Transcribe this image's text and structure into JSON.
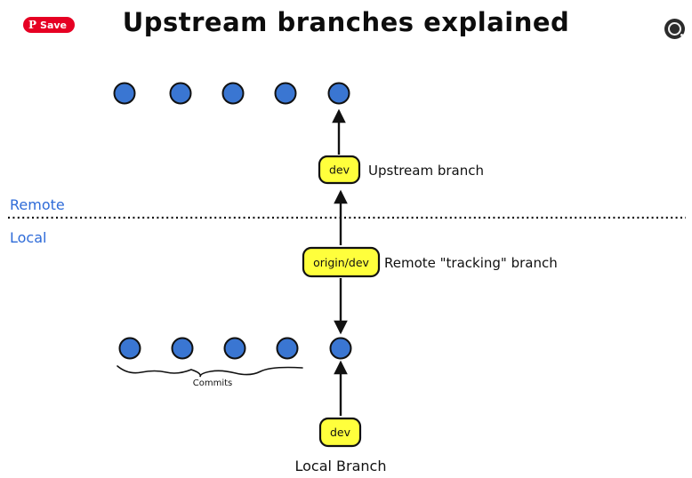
{
  "page": {
    "title": "Upstream branches explained"
  },
  "pinterest": {
    "save_label": "Save",
    "logo_glyph": "P"
  },
  "diagram": {
    "remote_label": "Remote",
    "local_label": "Local",
    "upstream_branch_label": "Upstream branch",
    "tracking_branch_label": "Remote \"tracking\" branch",
    "local_branch_label": "Local Branch",
    "commits_label": "Commits",
    "nodes": {
      "upstream_dev": "dev",
      "origin_dev": "origin/dev",
      "local_dev": "dev"
    },
    "colors": {
      "commit_fill": "#3a76d2",
      "commit_stroke": "#111111",
      "branch_box_fill": "#ffff3c",
      "branch_box_stroke": "#111111",
      "label_blue": "#2e6bd8",
      "ink": "#111111"
    }
  }
}
